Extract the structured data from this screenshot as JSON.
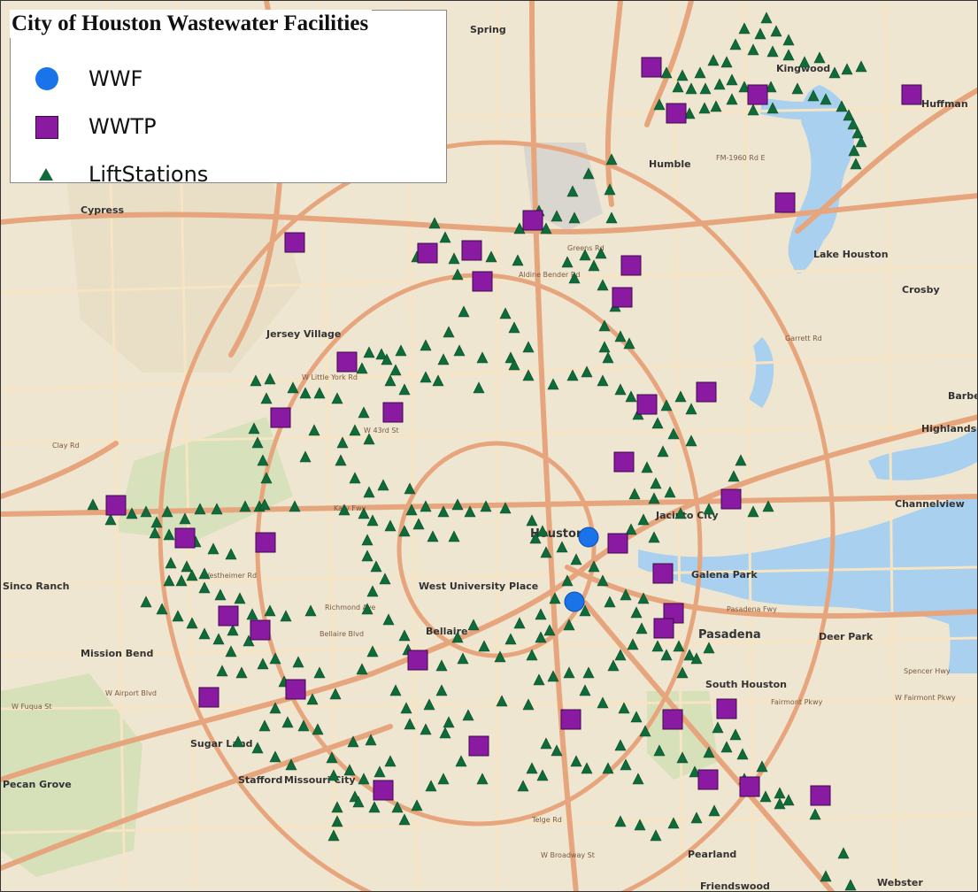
{
  "map": {
    "title": "City of Houston Wastewater Facilities",
    "legend": [
      {
        "label": "WWF",
        "symbol": "blue-circle",
        "color": "#1a73e8"
      },
      {
        "label": "WWTP",
        "symbol": "purple-square",
        "color": "#8b1aa3"
      },
      {
        "label": "LiftStations",
        "symbol": "green-triangle",
        "color": "#0f6b3a"
      }
    ],
    "place_labels": [
      {
        "text": "Spring"
      },
      {
        "text": "Humble"
      },
      {
        "text": "Kingwood"
      },
      {
        "text": "Huffman"
      },
      {
        "text": "Cypress"
      },
      {
        "text": "Lake Houston"
      },
      {
        "text": "Crosby"
      },
      {
        "text": "Jersey Village"
      },
      {
        "text": "Barbers Hill"
      },
      {
        "text": "Highlands"
      },
      {
        "text": "Channelview"
      },
      {
        "text": "Houston"
      },
      {
        "text": "Jacinto City"
      },
      {
        "text": "Galena Park"
      },
      {
        "text": "West University Place"
      },
      {
        "text": "Bellaire"
      },
      {
        "text": "Pasadena"
      },
      {
        "text": "Deer Park"
      },
      {
        "text": "South Houston"
      },
      {
        "text": "Mission Bend"
      },
      {
        "text": "Sugar Land"
      },
      {
        "text": "Stafford"
      },
      {
        "text": "Missouri City"
      },
      {
        "text": "Pearland"
      },
      {
        "text": "Friendswood"
      },
      {
        "text": "Webster"
      },
      {
        "text": "Sinco Ranch"
      },
      {
        "text": "Pecan Grove"
      }
    ],
    "road_labels": [
      {
        "text": "FM-1960 Rd E"
      },
      {
        "text": "Aldine Bender Rd"
      },
      {
        "text": "Greens Rd"
      },
      {
        "text": "W Little York Rd"
      },
      {
        "text": "W 43rd St"
      },
      {
        "text": "Katy Fwy"
      },
      {
        "text": "Westheimer Rd"
      },
      {
        "text": "Richmond Ave"
      },
      {
        "text": "Bellaire Blvd"
      },
      {
        "text": "W Airport Blvd"
      },
      {
        "text": "W Fuqua St"
      },
      {
        "text": "W Broadway St"
      },
      {
        "text": "Garrett Rd"
      },
      {
        "text": "Pasadena Fwy"
      },
      {
        "text": "W Fairmont Pkwy"
      },
      {
        "text": "Telge Rd"
      },
      {
        "text": "Clay Rd"
      },
      {
        "text": "Fairmont Pkwy"
      },
      {
        "text": "Spencer Hwy"
      }
    ],
    "colors": {
      "land": "#efe6d2",
      "water": "#a9d0ee",
      "park": "#cfe0b4",
      "road_major": "#e7a57d",
      "road_minor": "#f6e4c3"
    },
    "wwf": [
      [
        664,
        606
      ],
      [
        648,
        679
      ]
    ],
    "wwtp": [
      [
        735,
        75
      ],
      [
        763,
        127
      ],
      [
        855,
        106
      ],
      [
        1029,
        106
      ],
      [
        886,
        228
      ],
      [
        601,
        248
      ],
      [
        532,
        282
      ],
      [
        482,
        285
      ],
      [
        544,
        317
      ],
      [
        712,
        299
      ],
      [
        702,
        335
      ],
      [
        332,
        273
      ],
      [
        391,
        408
      ],
      [
        443,
        465
      ],
      [
        316,
        471
      ],
      [
        730,
        456
      ],
      [
        797,
        442
      ],
      [
        704,
        521
      ],
      [
        825,
        563
      ],
      [
        130,
        570
      ],
      [
        208,
        607
      ],
      [
        299,
        612
      ],
      [
        697,
        613
      ],
      [
        748,
        647
      ],
      [
        257,
        695
      ],
      [
        293,
        711
      ],
      [
        760,
        692
      ],
      [
        749,
        709
      ],
      [
        471,
        745
      ],
      [
        333,
        778
      ],
      [
        235,
        787
      ],
      [
        820,
        800
      ],
      [
        759,
        812
      ],
      [
        644,
        812
      ],
      [
        540,
        842
      ],
      [
        432,
        892
      ],
      [
        799,
        880
      ],
      [
        846,
        888
      ],
      [
        926,
        898
      ]
    ],
    "lift_stations": [
      [
        865,
        20
      ],
      [
        840,
        32
      ],
      [
        858,
        38
      ],
      [
        876,
        35
      ],
      [
        890,
        45
      ],
      [
        830,
        50
      ],
      [
        850,
        56
      ],
      [
        872,
        58
      ],
      [
        890,
        62
      ],
      [
        908,
        70
      ],
      [
        925,
        65
      ],
      [
        942,
        82
      ],
      [
        956,
        78
      ],
      [
        972,
        75
      ],
      [
        820,
        70
      ],
      [
        805,
        68
      ],
      [
        790,
        82
      ],
      [
        770,
        85
      ],
      [
        752,
        82
      ],
      [
        765,
        98
      ],
      [
        780,
        100
      ],
      [
        796,
        100
      ],
      [
        812,
        95
      ],
      [
        826,
        90
      ],
      [
        840,
        98
      ],
      [
        870,
        98
      ],
      [
        900,
        100
      ],
      [
        918,
        108
      ],
      [
        932,
        112
      ],
      [
        950,
        120
      ],
      [
        958,
        130
      ],
      [
        963,
        140
      ],
      [
        968,
        150
      ],
      [
        972,
        160
      ],
      [
        964,
        170
      ],
      [
        966,
        185
      ],
      [
        744,
        118
      ],
      [
        778,
        128
      ],
      [
        795,
        122
      ],
      [
        808,
        120
      ],
      [
        826,
        112
      ],
      [
        850,
        124
      ],
      [
        872,
        122
      ],
      [
        690,
        180
      ],
      [
        664,
        196
      ],
      [
        646,
        216
      ],
      [
        688,
        214
      ],
      [
        608,
        238
      ],
      [
        628,
        244
      ],
      [
        648,
        246
      ],
      [
        690,
        246
      ],
      [
        586,
        258
      ],
      [
        616,
        258
      ],
      [
        678,
        286
      ],
      [
        660,
        288
      ],
      [
        640,
        296
      ],
      [
        670,
        300
      ],
      [
        648,
        314
      ],
      [
        680,
        322
      ],
      [
        694,
        346
      ],
      [
        682,
        368
      ],
      [
        700,
        380
      ],
      [
        710,
        388
      ],
      [
        682,
        392
      ],
      [
        686,
        404
      ],
      [
        490,
        252
      ],
      [
        502,
        268
      ],
      [
        470,
        290
      ],
      [
        512,
        292
      ],
      [
        554,
        290
      ],
      [
        584,
        294
      ],
      [
        516,
        310
      ],
      [
        570,
        354
      ],
      [
        523,
        352
      ],
      [
        506,
        375
      ],
      [
        580,
        370
      ],
      [
        596,
        392
      ],
      [
        576,
        404
      ],
      [
        580,
        412
      ],
      [
        544,
        404
      ],
      [
        518,
        396
      ],
      [
        500,
        406
      ],
      [
        480,
        390
      ],
      [
        452,
        396
      ],
      [
        430,
        400
      ],
      [
        416,
        398
      ],
      [
        408,
        416
      ],
      [
        436,
        406
      ],
      [
        446,
        418
      ],
      [
        440,
        430
      ],
      [
        456,
        440
      ],
      [
        480,
        426
      ],
      [
        494,
        430
      ],
      [
        540,
        438
      ],
      [
        596,
        424
      ],
      [
        624,
        434
      ],
      [
        646,
        424
      ],
      [
        662,
        420
      ],
      [
        680,
        430
      ],
      [
        700,
        440
      ],
      [
        712,
        448
      ],
      [
        720,
        468
      ],
      [
        752,
        458
      ],
      [
        768,
        448
      ],
      [
        742,
        478
      ],
      [
        760,
        490
      ],
      [
        780,
        462
      ],
      [
        780,
        498
      ],
      [
        748,
        510
      ],
      [
        730,
        528
      ],
      [
        740,
        546
      ],
      [
        716,
        558
      ],
      [
        738,
        563
      ],
      [
        756,
        556
      ],
      [
        726,
        587
      ],
      [
        712,
        598
      ],
      [
        738,
        607
      ],
      [
        768,
        580
      ],
      [
        800,
        575
      ],
      [
        828,
        538
      ],
      [
        836,
        520
      ],
      [
        850,
        578
      ],
      [
        867,
        572
      ],
      [
        288,
        430
      ],
      [
        304,
        428
      ],
      [
        330,
        438
      ],
      [
        344,
        444
      ],
      [
        360,
        444
      ],
      [
        380,
        450
      ],
      [
        410,
        466
      ],
      [
        300,
        450
      ],
      [
        286,
        484
      ],
      [
        290,
        500
      ],
      [
        296,
        520
      ],
      [
        300,
        540
      ],
      [
        292,
        572
      ],
      [
        344,
        516
      ],
      [
        354,
        486
      ],
      [
        400,
        486
      ],
      [
        416,
        496
      ],
      [
        386,
        500
      ],
      [
        384,
        520
      ],
      [
        400,
        540
      ],
      [
        416,
        556
      ],
      [
        432,
        548
      ],
      [
        462,
        552
      ],
      [
        464,
        576
      ],
      [
        480,
        572
      ],
      [
        500,
        578
      ],
      [
        516,
        570
      ],
      [
        530,
        578
      ],
      [
        548,
        572
      ],
      [
        570,
        574
      ],
      [
        600,
        588
      ],
      [
        612,
        600
      ],
      [
        420,
        588
      ],
      [
        440,
        594
      ],
      [
        456,
        600
      ],
      [
        472,
        592
      ],
      [
        488,
        606
      ],
      [
        512,
        606
      ],
      [
        104,
        570
      ],
      [
        124,
        587
      ],
      [
        148,
        580
      ],
      [
        164,
        578
      ],
      [
        176,
        590
      ],
      [
        188,
        578
      ],
      [
        208,
        586
      ],
      [
        225,
        575
      ],
      [
        244,
        575
      ],
      [
        276,
        572
      ],
      [
        298,
        570
      ],
      [
        332,
        572
      ],
      [
        388,
        576
      ],
      [
        410,
        580
      ],
      [
        174,
        602
      ],
      [
        190,
        604
      ],
      [
        220,
        612
      ],
      [
        240,
        620
      ],
      [
        260,
        626
      ],
      [
        192,
        636
      ],
      [
        210,
        640
      ],
      [
        230,
        648
      ],
      [
        190,
        656
      ],
      [
        204,
        656
      ],
      [
        216,
        650
      ],
      [
        230,
        664
      ],
      [
        248,
        672
      ],
      [
        270,
        676
      ],
      [
        284,
        694
      ],
      [
        304,
        690
      ],
      [
        322,
        696
      ],
      [
        350,
        690
      ],
      [
        164,
        680
      ],
      [
        182,
        688
      ],
      [
        200,
        696
      ],
      [
        216,
        704
      ],
      [
        230,
        716
      ],
      [
        246,
        722
      ],
      [
        262,
        712
      ],
      [
        280,
        724
      ],
      [
        260,
        736
      ],
      [
        250,
        758
      ],
      [
        272,
        760
      ],
      [
        296,
        750
      ],
      [
        310,
        744
      ],
      [
        336,
        748
      ],
      [
        320,
        770
      ],
      [
        360,
        760
      ],
      [
        378,
        784
      ],
      [
        352,
        790
      ],
      [
        310,
        800
      ],
      [
        298,
        820
      ],
      [
        324,
        816
      ],
      [
        342,
        820
      ],
      [
        358,
        824
      ],
      [
        268,
        838
      ],
      [
        290,
        845
      ],
      [
        310,
        855
      ],
      [
        328,
        864
      ],
      [
        374,
        856
      ],
      [
        376,
        876
      ],
      [
        394,
        870
      ],
      [
        410,
        880
      ],
      [
        400,
        900
      ],
      [
        380,
        912
      ],
      [
        380,
        928
      ],
      [
        376,
        944
      ],
      [
        414,
        610
      ],
      [
        414,
        628
      ],
      [
        424,
        640
      ],
      [
        434,
        654
      ],
      [
        420,
        668
      ],
      [
        414,
        688
      ],
      [
        438,
        700
      ],
      [
        456,
        718
      ],
      [
        460,
        734
      ],
      [
        420,
        736
      ],
      [
        408,
        756
      ],
      [
        446,
        780
      ],
      [
        458,
        800
      ],
      [
        462,
        818
      ],
      [
        480,
        824
      ],
      [
        506,
        816
      ],
      [
        528,
        808
      ],
      [
        566,
        792
      ],
      [
        596,
        796
      ],
      [
        608,
        768
      ],
      [
        624,
        764
      ],
      [
        642,
        760
      ],
      [
        664,
        760
      ],
      [
        692,
        752
      ],
      [
        700,
        740
      ],
      [
        714,
        728
      ],
      [
        724,
        710
      ],
      [
        742,
        730
      ],
      [
        752,
        740
      ],
      [
        766,
        730
      ],
      [
        778,
        740
      ],
      [
        770,
        760
      ],
      [
        786,
        744
      ],
      [
        800,
        732
      ],
      [
        604,
        608
      ],
      [
        616,
        624
      ],
      [
        634,
        618
      ],
      [
        650,
        632
      ],
      [
        670,
        640
      ],
      [
        680,
        656
      ],
      [
        640,
        656
      ],
      [
        626,
        676
      ],
      [
        610,
        694
      ],
      [
        620,
        712
      ],
      [
        642,
        706
      ],
      [
        660,
        690
      ],
      [
        688,
        680
      ],
      [
        706,
        672
      ],
      [
        726,
        676
      ],
      [
        718,
        692
      ],
      [
        586,
        704
      ],
      [
        576,
        722
      ],
      [
        564,
        742
      ],
      [
        546,
        730
      ],
      [
        534,
        706
      ],
      [
        516,
        720
      ],
      [
        522,
        744
      ],
      [
        498,
        752
      ],
      [
        498,
        780
      ],
      [
        484,
        796
      ],
      [
        600,
        740
      ],
      [
        610,
        720
      ],
      [
        660,
        780
      ],
      [
        680,
        794
      ],
      [
        704,
        800
      ],
      [
        718,
        810
      ],
      [
        728,
        826
      ],
      [
        700,
        842
      ],
      [
        686,
        868
      ],
      [
        706,
        864
      ],
      [
        720,
        880
      ],
      [
        744,
        848
      ],
      [
        770,
        856
      ],
      [
        784,
        872
      ],
      [
        800,
        850
      ],
      [
        820,
        844
      ],
      [
        838,
        852
      ],
      [
        860,
        866
      ],
      [
        880,
        896
      ],
      [
        890,
        904
      ],
      [
        830,
        830
      ],
      [
        810,
        822
      ],
      [
        840,
        880
      ],
      [
        864,
        900
      ],
      [
        920,
        920
      ],
      [
        952,
        964
      ],
      [
        880,
        908
      ],
      [
        616,
        840
      ],
      [
        628,
        848
      ],
      [
        600,
        868
      ],
      [
        612,
        876
      ],
      [
        590,
        888
      ],
      [
        520,
        860
      ],
      [
        500,
        880
      ],
      [
        486,
        888
      ],
      [
        470,
        910
      ],
      [
        448,
        912
      ],
      [
        456,
        926
      ],
      [
        422,
        912
      ],
      [
        404,
        906
      ],
      [
        440,
        860
      ],
      [
        428,
        872
      ],
      [
        418,
        836
      ],
      [
        398,
        838
      ],
      [
        502,
        828
      ],
      [
        544,
        880
      ],
      [
        650,
        860
      ],
      [
        662,
        868
      ],
      [
        700,
        928
      ],
      [
        722,
        932
      ],
      [
        740,
        944
      ],
      [
        760,
        930
      ],
      [
        786,
        924
      ],
      [
        806,
        916
      ],
      [
        932,
        990
      ],
      [
        960,
        1000
      ]
    ]
  }
}
